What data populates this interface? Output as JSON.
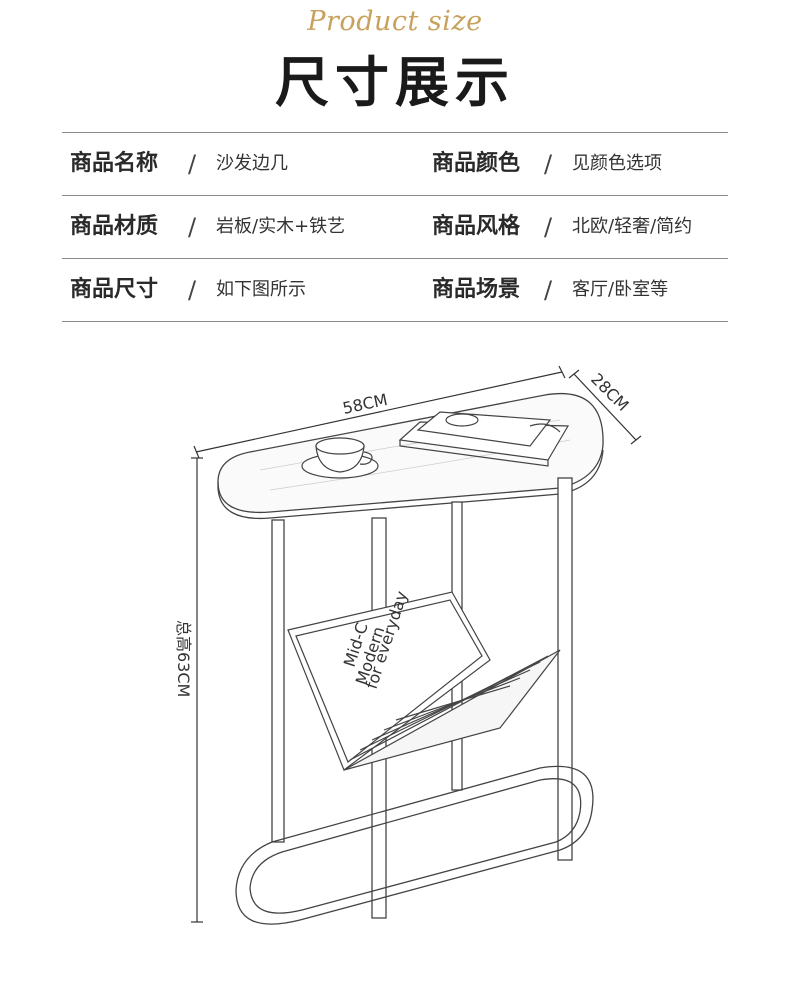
{
  "header": {
    "subtitle": "Product size",
    "title": "尺寸展示"
  },
  "colors": {
    "accent_gold": "#c8a25c",
    "line": "#8a8a8a"
  },
  "specs": [
    {
      "left_label": "商品名称",
      "left_slash": "/",
      "left_value": "沙发边几",
      "right_label": "商品颜色",
      "right_slash": "/",
      "right_value": "见颜色选项"
    },
    {
      "left_label": "商品材质",
      "left_slash": "/",
      "left_value": "岩板/实木+铁艺",
      "right_label": "商品风格",
      "right_slash": "/",
      "right_value": "北欧/轻奢/简约"
    },
    {
      "left_label": "商品尺寸",
      "left_slash": "/",
      "left_value": "如下图所示",
      "right_label": "商品场景",
      "right_slash": "/",
      "right_value": "客厅/卧室等"
    }
  ],
  "dimensions": {
    "width": "58CM",
    "depth": "28CM",
    "height": "总高63CM"
  },
  "book_text": {
    "line1": "Mid-C",
    "line2": "Modern",
    "line3": "for everyday"
  }
}
